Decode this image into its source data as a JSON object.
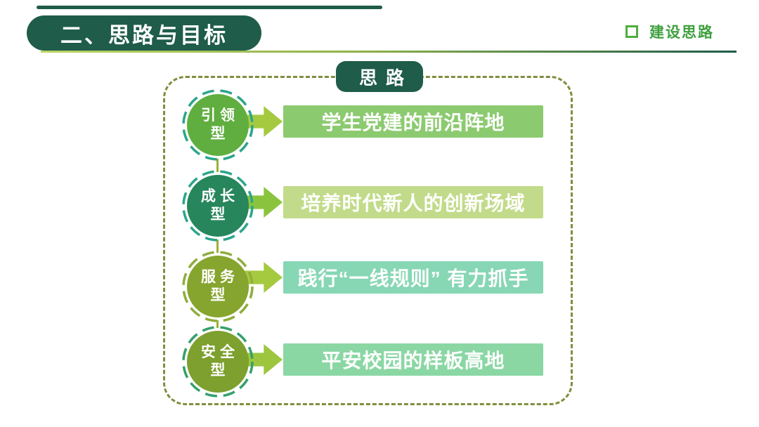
{
  "theme": {
    "dark_green": "#1F5C4A",
    "tag_green": "#3FA03E",
    "panel_dash": "#7E8F3E",
    "connector": "#9FAE36"
  },
  "header": {
    "title": "二、思路与目标",
    "corner_tag": "建设思路"
  },
  "panel": {
    "badge": "思路",
    "rows": [
      {
        "circle_lines": [
          "引领",
          "型"
        ],
        "bar_text": "学生党建的前沿阵地",
        "colors": {
          "circle": "#5FAE3F",
          "ring": "#2BA58A",
          "arrow": "#A5CA40",
          "bar": "#8CCA70"
        }
      },
      {
        "circle_lines": [
          "成长",
          "型"
        ],
        "bar_text": "培养时代新人的创新场域",
        "colors": {
          "circle": "#27865C",
          "ring": "#2BA58A",
          "arrow": "#8AC43F",
          "bar": "#C2DB8A"
        }
      },
      {
        "circle_lines": [
          "服务",
          "型"
        ],
        "bar_text": "践行“一线规则” 有力抓手",
        "colors": {
          "circle": "#86A52F",
          "ring": "#8FAD3C",
          "arrow": "#A5CA40",
          "bar": "#87D7B5"
        }
      },
      {
        "circle_lines": [
          "安全",
          "型"
        ],
        "bar_text": "平安校园的样板高地",
        "colors": {
          "circle": "#7DA02E",
          "ring": "#35A06B",
          "arrow": "#9DC63E",
          "bar": "#8AD7A4"
        }
      }
    ]
  }
}
